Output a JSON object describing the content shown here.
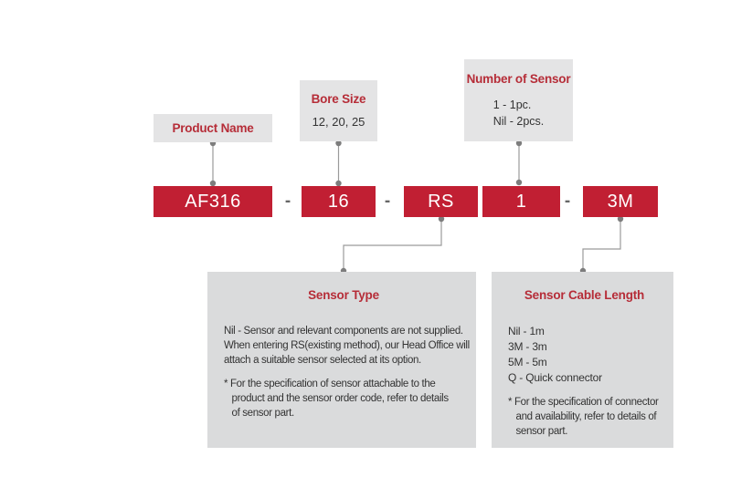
{
  "diagram": {
    "product_label": {
      "title": "Product Name"
    },
    "bore_label": {
      "title": "Bore Size",
      "value": "12, 20, 25"
    },
    "sensor_count_label": {
      "title": "Number of Sensor",
      "options": [
        "1 - 1pc.",
        "Nil - 2pcs."
      ]
    },
    "code_segments": [
      "AF316",
      "16",
      "RS",
      "1",
      "3M"
    ],
    "separator": "-",
    "sensor_type_panel": {
      "title": "Sensor Type",
      "body": [
        "Nil - Sensor and relevant components are not supplied.",
        "When entering RS(existing method), our Head Office will",
        "attach a suitable sensor selected at its option."
      ],
      "note": [
        "* For the specification of sensor attachable to the",
        "   product and the sensor order code, refer to details",
        "   of sensor part."
      ]
    },
    "cable_panel": {
      "title": "Sensor Cable Length",
      "options": [
        "Nil - 1m",
        "3M - 3m",
        "5M - 5m",
        "Q - Quick connector"
      ],
      "note": [
        "* For the specification of connector",
        "   and availability, refer to details of",
        "   sensor part."
      ]
    },
    "colors": {
      "accent_red": "#c11f33",
      "title_red": "#b62d38",
      "label_bg": "#e4e4e5",
      "panel_bg": "#dadbdc",
      "line_gray": "#9b9b9b",
      "dot_gray": "#7d7d7d",
      "dash_gray": "#666666"
    }
  }
}
